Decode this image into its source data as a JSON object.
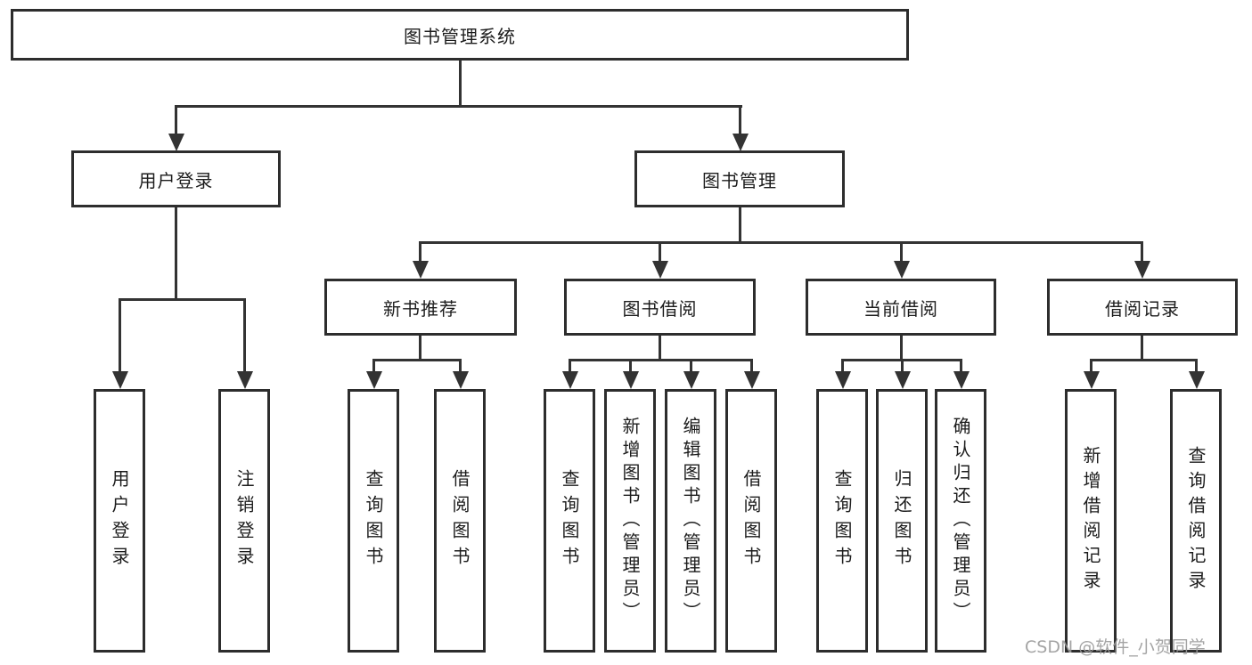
{
  "diagram": {
    "title": "图书管理系统",
    "root": {
      "label": "图书管理系统"
    },
    "level2": {
      "user_login": {
        "label": "用户登录"
      },
      "book_management": {
        "label": "图书管理"
      }
    },
    "level3": {
      "new_book_recommend": {
        "label": "新书推荐"
      },
      "book_borrowing": {
        "label": "图书借阅"
      },
      "current_borrowing": {
        "label": "当前借阅"
      },
      "borrowing_records": {
        "label": "借阅记录"
      }
    },
    "leaves": {
      "user_login": [
        "用户登录",
        "注销登录"
      ],
      "new_book_recommend": [
        "查询图书",
        "借阅图书"
      ],
      "book_borrowing": [
        "查询图书",
        "新增图书（管理员）",
        "编辑图书（管理员）",
        "借阅图书"
      ],
      "current_borrowing": [
        "查询图书",
        "归还图书",
        "确认归还（管理员）"
      ],
      "borrowing_records": [
        "新增借阅记录",
        "查询借阅记录"
      ]
    }
  },
  "watermark": {
    "text": "CSDN @软件_小贺同学"
  },
  "colors": {
    "background": "#ffffff",
    "box_border": "#2d2d2d",
    "line": "#333333",
    "text": "#1c1c1c",
    "watermark": "#9b9b9b"
  }
}
